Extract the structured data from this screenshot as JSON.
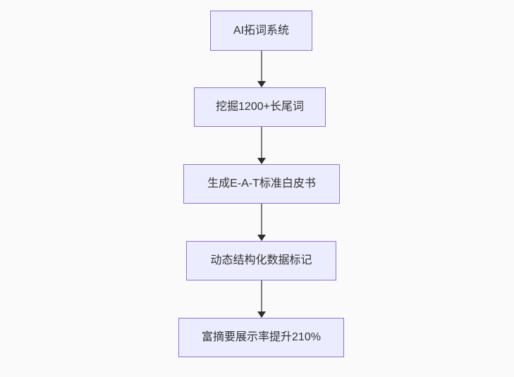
{
  "diagram": {
    "type": "flowchart",
    "direction": "top-down",
    "colors": {
      "background": "#fafafa",
      "node_fill": "#ececff",
      "node_border": "#9370db",
      "node_text": "#333333",
      "edge_line": "#7d7d7d",
      "edge_arrowhead": "#2e2e2e"
    },
    "nodes": [
      {
        "id": "node-1",
        "label": "AI拓词系统"
      },
      {
        "id": "node-2",
        "label": "挖掘1200+长尾词"
      },
      {
        "id": "node-3",
        "label": "生成E-A-T标准白皮书"
      },
      {
        "id": "node-4",
        "label": "动态结构化数据标记"
      },
      {
        "id": "node-5",
        "label": "富摘要展示率提升210%"
      }
    ],
    "edges": [
      {
        "from": "AI拓词系统",
        "to": "挖掘1200+长尾词"
      },
      {
        "from": "挖掘1200+长尾词",
        "to": "生成E-A-T标准白皮书"
      },
      {
        "from": "生成E-A-T标准白皮书",
        "to": "动态结构化数据标记"
      },
      {
        "from": "动态结构化数据标记",
        "to": "富摘要展示率提升210%"
      }
    ]
  }
}
